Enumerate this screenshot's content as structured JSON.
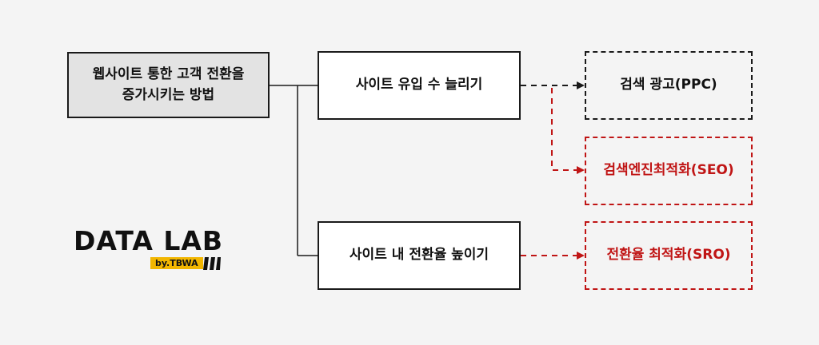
{
  "root": {
    "label": "웹사이트 통한 고객 전환을\n증가시키는 방법"
  },
  "branches": [
    {
      "label": "사이트 유입 수 늘리기"
    },
    {
      "label": "사이트 내 전환율 높이기"
    }
  ],
  "leaves": [
    {
      "label": "검색 광고(PPC)",
      "color": "#111111"
    },
    {
      "label": "검색엔진최적화(SEO)",
      "color": "#c01515"
    },
    {
      "label": "전환율 최적화(SRO)",
      "color": "#c01515"
    }
  ],
  "logo": {
    "main": "DATA LAB",
    "sub": "by.TBWA"
  },
  "colors": {
    "accent_red": "#c01515",
    "logo_yellow": "#f2b600",
    "line": "#1a1a1a"
  }
}
